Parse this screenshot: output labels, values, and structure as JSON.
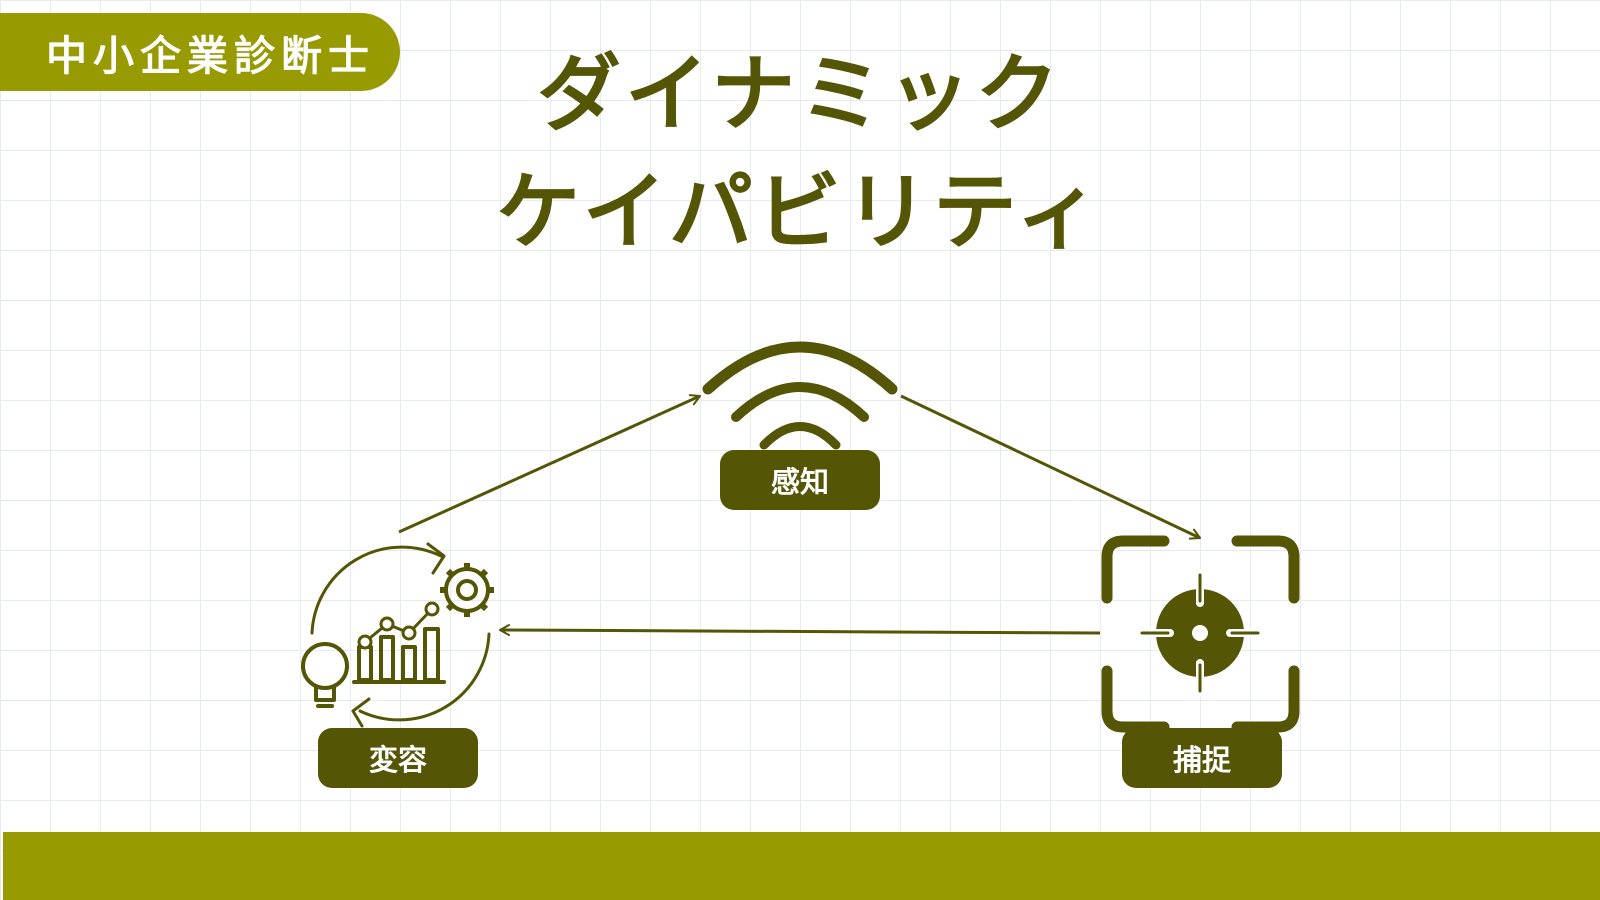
{
  "header": {
    "badge_label": "中小企業診断士",
    "title_line1": "ダイナミック",
    "title_line2": "ケイパビリティ"
  },
  "diagram": {
    "nodes": [
      {
        "id": "sense",
        "label": "感知",
        "icon": "signal-arcs-icon"
      },
      {
        "id": "seize",
        "label": "捕捉",
        "icon": "target-focus-icon"
      },
      {
        "id": "transform",
        "label": "変容",
        "icon": "idea-growth-cycle-icon"
      }
    ],
    "edges": [
      {
        "from": "transform",
        "to": "sense"
      },
      {
        "from": "sense",
        "to": "seize"
      },
      {
        "from": "seize",
        "to": "transform"
      }
    ]
  },
  "colors": {
    "accent_olive": "#989a02",
    "dark_olive": "#555506",
    "grid_line": "#e6ebf0",
    "background": "#ffffff"
  }
}
